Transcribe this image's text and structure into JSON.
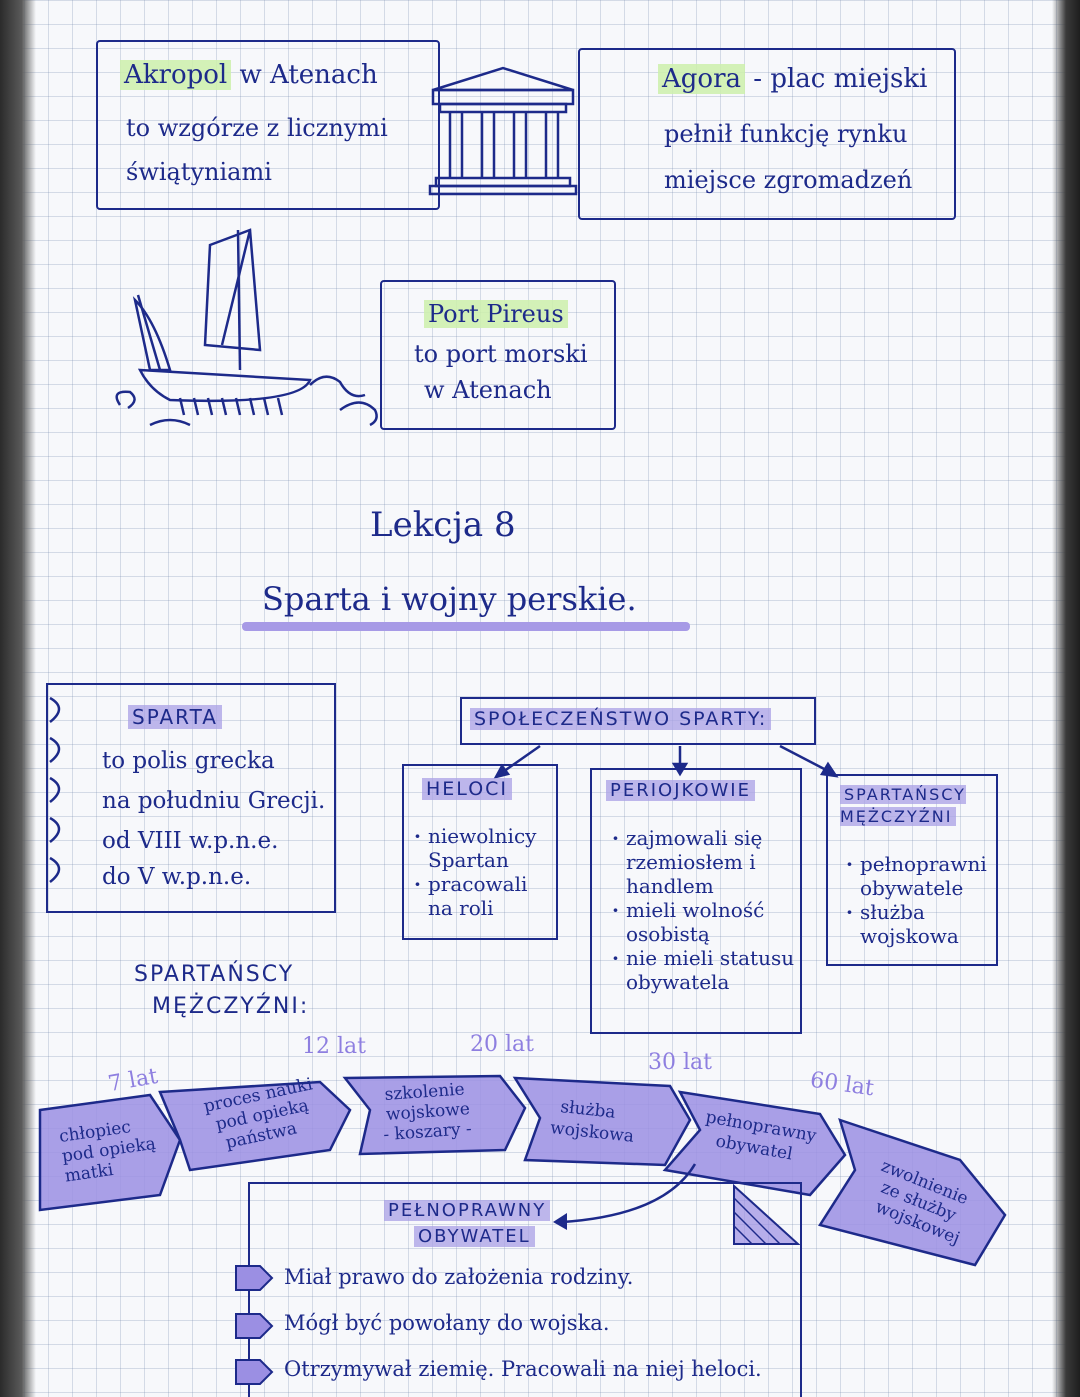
{
  "akropol": {
    "title": "Akropol",
    "line1_rest": " w Atenach",
    "line2": "to wzgórze z licznymi",
    "line3": "świątyniami"
  },
  "agora": {
    "title": "Agora",
    "line1_rest": " - plac miejski",
    "line2": "pełnił funkcję rynku",
    "line3": "miejsce zgromadzeń"
  },
  "port": {
    "title": "Port Pireus",
    "line2": "to port morski",
    "line3": "w Atenach"
  },
  "lesson": {
    "number": "Lekcja 8",
    "title": "Sparta i wojny perskie."
  },
  "sparta_box": {
    "heading": "SPARTA",
    "lines": [
      "to polis grecka",
      "na południu Grecji.",
      "od VIII w.p.n.e.",
      "do V w.p.n.e."
    ]
  },
  "society": {
    "heading": "SPOŁECZEŃSTWO SPARTY:",
    "columns": [
      {
        "heading": "HELOCI",
        "items": [
          "niewolnicy Spartan",
          "pracowali na roli"
        ]
      },
      {
        "heading": "PERIOJKOWIE",
        "items": [
          "zajmowali się rzemiosłem i handlem",
          "mieli wolność osobistą",
          "nie mieli statusu obywatela"
        ]
      },
      {
        "heading": "SPARTAŃSCY MĘŻCZYŹNI",
        "items": [
          "pełnoprawni obywatele",
          "służba wojskowa"
        ]
      }
    ]
  },
  "timeline": {
    "heading_line1": "SPARTAŃSCY",
    "heading_line2": "MĘŻCZYŹNI:",
    "ages": [
      "7 lat",
      "12 lat",
      "20 lat",
      "30 lat",
      "60 lat"
    ],
    "steps": [
      [
        "chłopiec",
        "pod opieką",
        "matki"
      ],
      [
        "proces nauki",
        "pod opieką",
        "państwa"
      ],
      [
        "szkolenie",
        "wojskowe",
        "- koszary -"
      ],
      [
        "służba",
        "wojskowa"
      ],
      [
        "pełnoprawny",
        "obywatel"
      ],
      [
        "zwolnienie",
        "ze służby",
        "wojskowej"
      ]
    ]
  },
  "citizen": {
    "heading_line1": "PEŁNOPRAWNY",
    "heading_line2": "OBYWATEL",
    "rights": [
      "Miał prawo do założenia rodziny.",
      "Mógł być powołany do wojska.",
      "Otrzymywał ziemię. Pracowali na niej heloci."
    ]
  },
  "colors": {
    "ink": "#1d2a8a",
    "violet": "#9b8fe3",
    "green_highlight": "#cdf0aa"
  }
}
